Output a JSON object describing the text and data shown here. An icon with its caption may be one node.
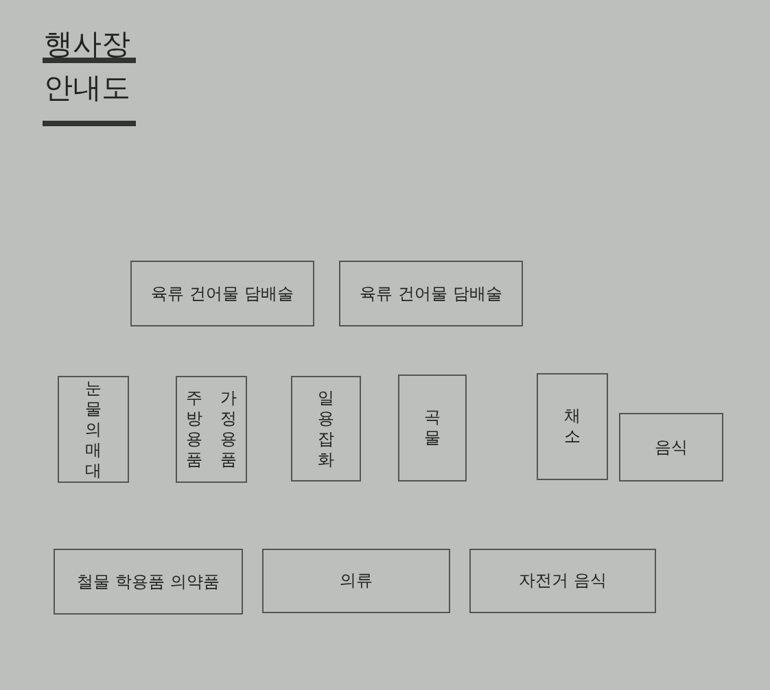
{
  "diagram": {
    "title": "행사장 안내도",
    "nodes": [
      {
        "text": [
          "육류 건어물 담배술"
        ]
      },
      {
        "text": [
          "육류 건어물 담배술"
        ]
      },
      {
        "text": [
          "눈물의매대"
        ]
      },
      {
        "text": [
          "가정용품 주방용품"
        ]
      },
      {
        "text": [
          "일용잡화"
        ]
      },
      {
        "text": [
          "곡물"
        ]
      },
      {
        "text": [
          "채소"
        ]
      },
      {
        "text": [
          "음식"
        ]
      },
      {
        "text": [
          "철물 학용품 의약품"
        ]
      },
      {
        "text": [
          "의류"
        ]
      },
      {
        "text": [
          "자전거 음식"
        ]
      }
    ]
  }
}
